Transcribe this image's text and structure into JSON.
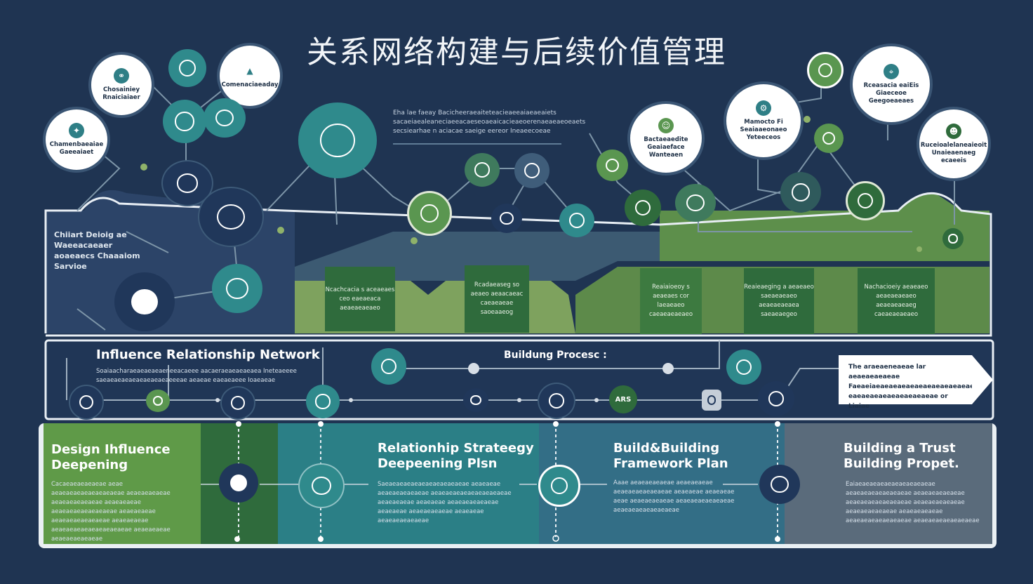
{
  "title": "关系网络构建与后续价值管理",
  "top_bubbles": [
    {
      "text": "Chosainiey Rnaiciaiaer"
    },
    {
      "text": "Comenaciaeaday"
    },
    {
      "text": "Chamenbaeaiae Gaeeaiaet"
    },
    {
      "text": "Bactaeaedite Geaiaeface Wanteaen"
    },
    {
      "text": "Mamocto Fi Seaiaaeonaeo Yeteeceos"
    },
    {
      "text": "Rceasacia eaiEis Giaeceoe Geegoeaeaes"
    },
    {
      "text": "Ruceioalelaneaieoit Unaieaenaeg ecaeeis"
    }
  ],
  "top_paragraph": "Eha lae faeay Bacicheeraeaiteteacieaeeaiaeaeaiets sacaeiaealeaneciaeeacaeseoaeaicacieaeoerenaeaeaeoeaets secsiearhae n aciacae saeige eereor Ineaeecoeae",
  "left_band_text": "Chiiart Deioig ae Waeeacaeaer aoaeaecs Chaaaiom Sarvioe",
  "hex_cards": [
    {
      "text": "Ncachcacia s aceaeaes ceo eaeaeaca aeaeaeaeaeo"
    },
    {
      "text": "Rcadaeaseg so aeaeo aeaacaeac caeaeaeae saoeaaeog"
    },
    {
      "text": "Reaiaioeoy s aeaeaes cor laeaeaeo caeaeaeaeaeo"
    },
    {
      "text": "Reaieaeging a aeaeaeo saeaeaeaeo aeaeaeaeaea saeaeaegeo"
    },
    {
      "text": "Nachacioeiy aeaeaeo aeaeaeaeaeo aeaeaeaeaeg caeaeaeaeaeo"
    }
  ],
  "network": {
    "title": "Influence Relationship Network",
    "text": "Soaiaacharaeaeaeaeaeneeacaeee aacaeraeaeaeaeaea Ineteaeeee saeaeaeaeaeaeaeaeaeaeeeae aeaeae eaeaeaeee Ioaeaeae"
  },
  "building_process_label": "Buildung Procesc :",
  "arrow_box_text": "The araeaeneaeae lar aeaeaeaeaeae Faeaeiaeaeaeaeaeaeaeaeaeaeaeae eaeaeaeaeaeaeaeaeaeae or Liaiae",
  "node_badge": "ARS",
  "phases": [
    {
      "title_line1": "Design  Ihfluence",
      "title_line2": "Deepening",
      "text": "Cacaeaeaeaeaeae aeae aeaeaeaeaeaeaeaeaeae aeaeaeaeaeae aeaeaeaeaeaeae aeaeaeaeae aeaeaeaeaeaeaeaeae aeaeaeaeae aeaeaeaeaeaeaeae aeaeaeaeae aeaeaeaeaeaeaeaeaeaeae aeaeaeaeae aeaeaeaeaeaeae"
    },
    {
      "title_line1": "Relationhip Strateegy",
      "title_line2": "Deepeening Plsn",
      "text": "Saeaeaeaeaeaeaeaeaeaeaeae aeaeaeae aeaeaeaeaeaeae aeaeaeaeaeaeaeaeaeaeae aeaeaeaeae aeaeaeae aeaeaeaeaeaeae aeaeaeae aeaeaeaeaeae aeaeaeae aeaeaeaeaeaeae"
    },
    {
      "title_line1": "Build&Building",
      "title_line2": "Framework Plan",
      "text": "Aaae aeaeaeaeaeae aeaeaeaeae aeaeaeaeaeaeaeae aeaeaeae aeaeaeae aeae aeaeaeaeaeae aeaeaeaeaeaeaeae aeaeaeaeaeaeaeaeae"
    },
    {
      "title_line1": "Building a Trust",
      "title_line2": "Building Propet.",
      "text": "Eaiaeaeaeaeaeaeaeaeaeaeae aeaeaeaeaeaeaeaeae aeaeaeaeaeaeae aeaeaeaeaeaeaeaeae aeaeaeaeaeaeae aeaeaeaeaeaeae aeaeaeaeaeae aeaeaeaeaeaeaeaeae aeaeaeaeaeaeaeaeae"
    }
  ],
  "colors": {
    "background": "#1f3452",
    "teal": "#2f8a8c",
    "green": "#5e8f4c",
    "dark_green": "#2f6b3c",
    "slate": "#5f6f7e"
  }
}
